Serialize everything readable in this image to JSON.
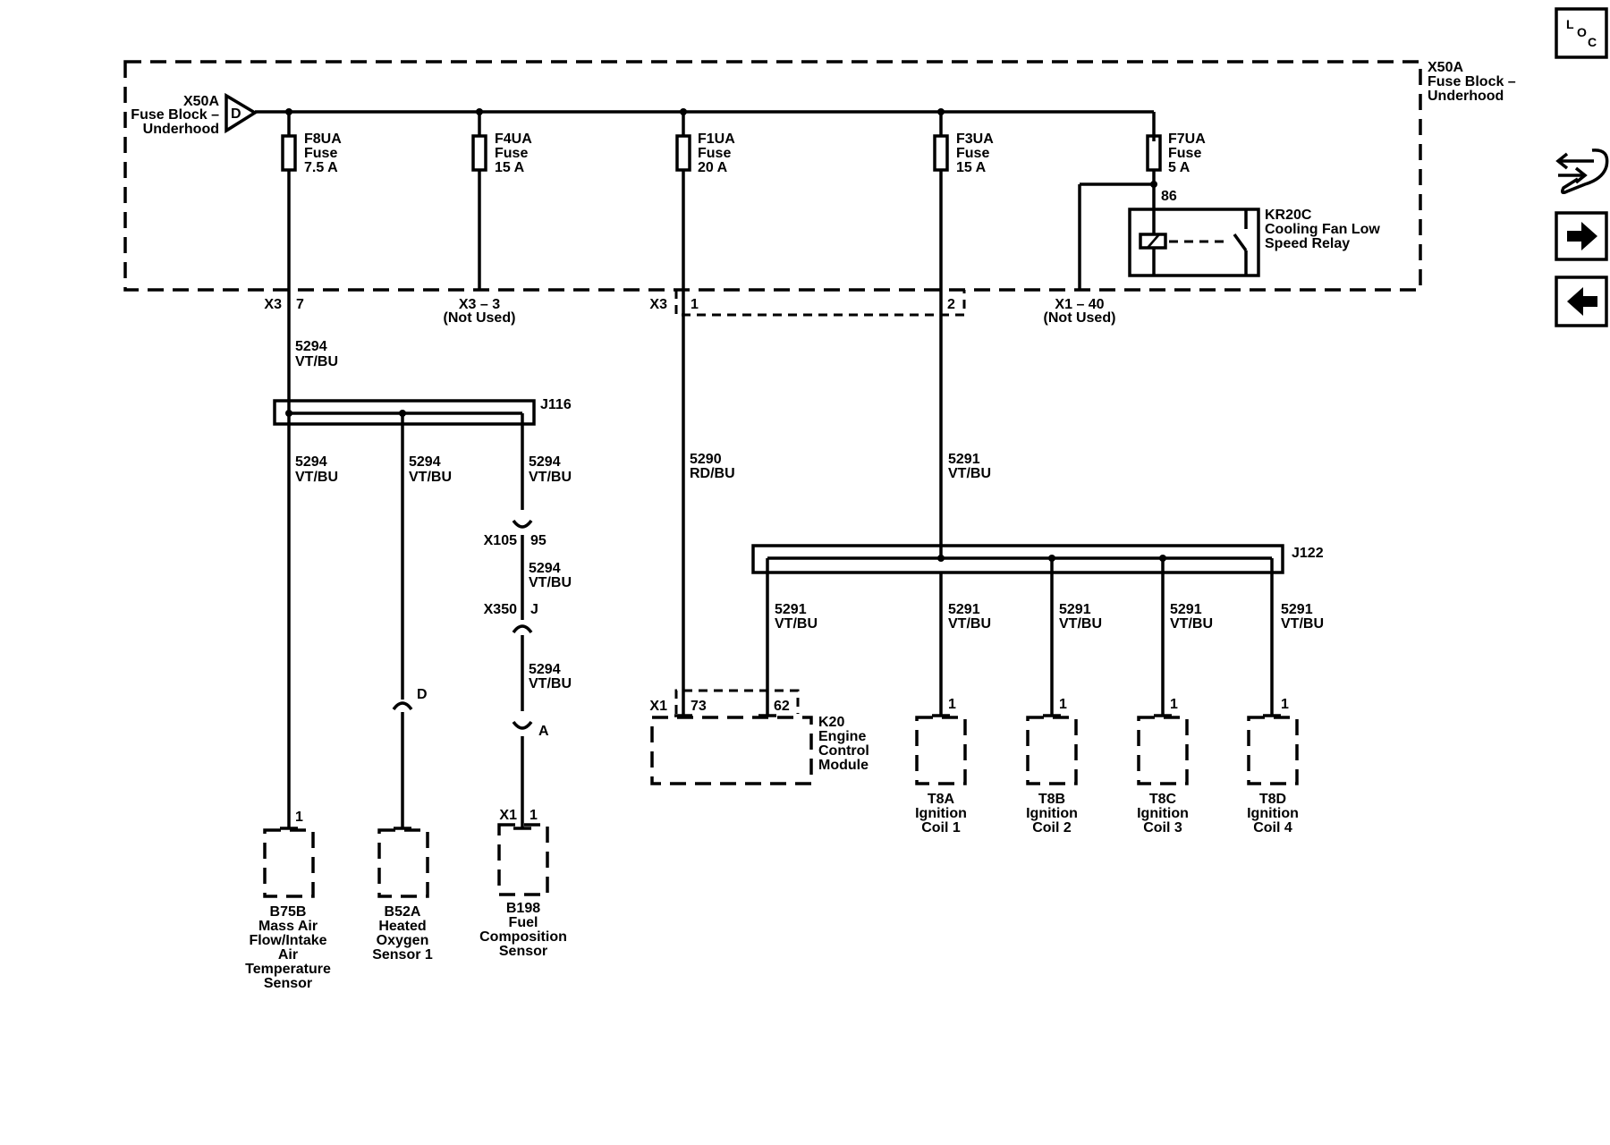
{
  "fuse_block": {
    "id": "X50A",
    "name_left": [
      "Fuse Block –",
      "Underhood"
    ],
    "name_right": [
      "Fuse Block –",
      "Underhood"
    ],
    "input_pin": "D"
  },
  "fuses": [
    {
      "name": "F8UA",
      "type": "Fuse",
      "rating": "7.5 A"
    },
    {
      "name": "F4UA",
      "type": "Fuse",
      "rating": "15 A"
    },
    {
      "name": "F1UA",
      "type": "Fuse",
      "rating": "20 A"
    },
    {
      "name": "F3UA",
      "type": "Fuse",
      "rating": "15 A"
    },
    {
      "name": "F7UA",
      "type": "Fuse",
      "rating": "5 A"
    }
  ],
  "relay": {
    "id": "KR20C",
    "name": [
      "Cooling Fan Low",
      "Speed Relay"
    ],
    "pin": "86"
  },
  "connectors": {
    "x3_7_conn": "X3",
    "x3_7_pin": "7",
    "x3_3_label": "X3 – 3",
    "x3_3_note": "(Not Used)",
    "x3_conn": "X3",
    "x3_pin1": "1",
    "x3_pin2": "2",
    "x1_40_label": "X1 – 40",
    "x1_40_note": "(Not Used)",
    "x105": "X105",
    "x105_pin": "95",
    "x350": "X350",
    "x350_pin": "J",
    "b52a_pin": "D",
    "b198_pin_a": "A",
    "x1_b198": "X1",
    "x1_b198_pin": "1",
    "b75b_pin": "1",
    "x1_ecm": "X1",
    "ecm_pin_73": "73",
    "ecm_pin_62": "62",
    "coil_pin": "1"
  },
  "splices": {
    "j116": "J116",
    "j122": "J122"
  },
  "wires": {
    "w5294_circuit": "5294",
    "w5294_color": "VT/BU",
    "w5290_circuit": "5290",
    "w5290_color": "RD/BU",
    "w5291_circuit": "5291",
    "w5291_color": "VT/BU"
  },
  "components": {
    "ecm": {
      "id": "K20",
      "name": [
        "Engine",
        "Control",
        "Module"
      ]
    },
    "b75b": {
      "id": "B75B",
      "name": [
        "Mass Air",
        "Flow/Intake",
        "Air",
        "Temperature",
        "Sensor"
      ]
    },
    "b52a": {
      "id": "B52A",
      "name": [
        "Heated",
        "Oxygen",
        "Sensor 1"
      ]
    },
    "b198": {
      "id": "B198",
      "name": [
        "Fuel",
        "Composition",
        "Sensor"
      ]
    },
    "t8a": {
      "id": "T8A",
      "name": [
        "Ignition",
        "Coil 1"
      ]
    },
    "t8b": {
      "id": "T8B",
      "name": [
        "Ignition",
        "Coil 2"
      ]
    },
    "t8c": {
      "id": "T8C",
      "name": [
        "Ignition",
        "Coil 3"
      ]
    },
    "t8d": {
      "id": "T8D",
      "name": [
        "Ignition",
        "Coil 4"
      ]
    }
  },
  "nav": {
    "loc_l": "L",
    "loc_o": "O",
    "loc_c": "C"
  }
}
